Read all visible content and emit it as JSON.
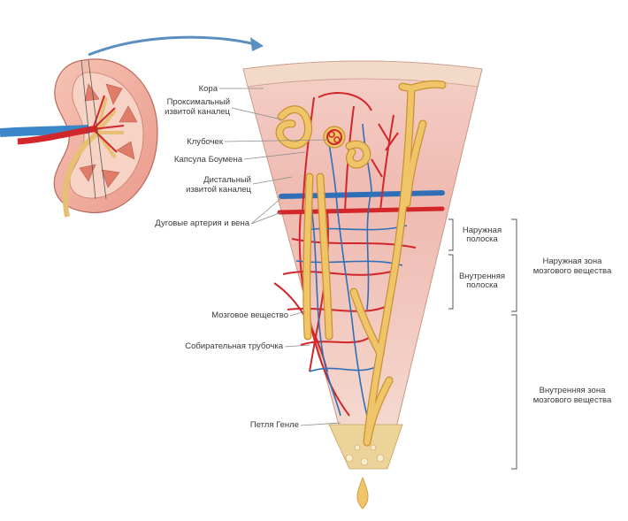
{
  "labels": {
    "cortex": "Кора",
    "proximal_1": "Проксимальный",
    "proximal_2": "извитой каналец",
    "glomerulus": "Клубочек",
    "bowman": "Капсула Боумена",
    "distal_1": "Дистальный",
    "distal_2": "извитой каналец",
    "arcuate": "Дуговые артерия и вена",
    "medulla": "Мозговое вещество",
    "collecting": "Собирательная трубочка",
    "henle": "Петля Генле",
    "outer_stripe_1": "Наружная",
    "outer_stripe_2": "полоска",
    "inner_stripe_1": "Внутренняя",
    "inner_stripe_2": "полоска",
    "outer_zone_1": "Наружная зона",
    "outer_zone_2": "мозгового вещества",
    "inner_zone_1": "Внутренняя зона",
    "inner_zone_2": "мозгового вещества"
  },
  "colors": {
    "artery": "#d2262a",
    "vein": "#2f6fb8",
    "tubule": "#f0c56a",
    "tubule_edge": "#c9922f",
    "cortex_band": "#f3d9c8",
    "medulla_fill": "#f2c6bf",
    "arrow": "#5b8fbf",
    "leader": "#8a8a8a"
  }
}
